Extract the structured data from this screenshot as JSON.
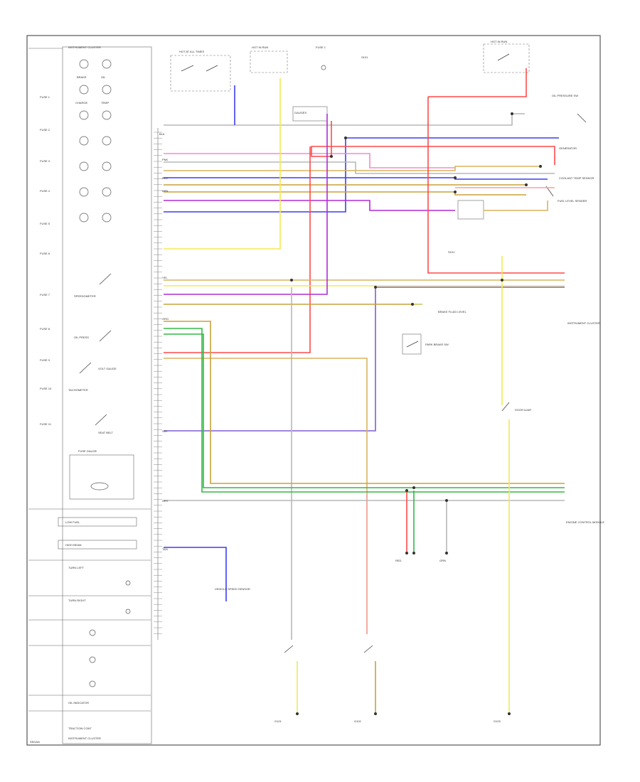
{
  "diagram": {
    "colors": {
      "red": "#ff4a4a",
      "blue": "#3d3df5",
      "purple": "#b02bd6",
      "violet": "#7d5fd0",
      "yellow": "#f2ea55",
      "tan": "#d8b45e",
      "gold": "#caa23a",
      "green": "#33b847",
      "gray": "#b8b8b8",
      "pink": "#f08bd0",
      "lightred": "#f7a0a0",
      "olive": "#c8c860",
      "black": "#333333"
    },
    "labels": {
      "cluster_header": "INSTRUMENT CLUSTER",
      "cluster_bottom_note": "INSTRUMENT CLUSTER",
      "fuse_top": "FUSE 1",
      "fuse_gauges": "GAUGES",
      "ind_brake": "BRAKE",
      "ind_oil": "OIL",
      "ind_charge": "CHARGE",
      "ind_temp": "TEMP",
      "left_fuse_1": "FUSE 1",
      "left_fuse_2": "FUSE 2",
      "left_fuse_3": "FUSE 3",
      "left_fuse_4": "FUSE 4",
      "left_fuse_5": "FUSE 5",
      "left_fuse_6": "FUSE 6",
      "left_fuse_7": "FUSE 7",
      "left_fuse_8": "FUSE 8",
      "left_fuse_9": "FUSE 9",
      "left_fuse_10": "FUSE 10",
      "left_fuse_11": "FUSE 11",
      "speedometer": "SPEEDOMETER",
      "tachometer": "TACHOMETER",
      "oil_press": "OIL PRESS",
      "fuel_gauge": "FUSE GAUGE",
      "volt_gauge": "VOLT GAUGE",
      "seat_belt": "SEAT BELT",
      "low_fuel": "LOW FUEL",
      "high_beam": "HIGH BEAM",
      "turn_left": "TURN LEFT",
      "turn_right": "TURN RIGHT",
      "oil_indicator": "OIL INDICATOR",
      "traction": "TRACTION CONT",
      "top_switch_1": "HOT AT ALL TIMES",
      "top_switch_2": "HOT IN RUN",
      "top_right_1": "HOT IN RUN",
      "oil_pressure_sw": "OIL PRESSURE SW",
      "generator": "GENERATOR",
      "coolant_temp": "COOLANT TEMP SENSOR",
      "fuel_level": "FUEL LEVEL SENDER",
      "brake_fluid": "BRAKE FLUID LEVEL",
      "park_brake": "PARK BRAKE SW",
      "door_ajar": "DOOR AJAR",
      "speed_sensor": "VEHICLE SPEED SENSOR",
      "ground_1": "G101",
      "ground_2": "G102",
      "ground_3": "G103",
      "mid_right": "INSTRUMENT CLUSTER",
      "ecm": "ENGINE CONTROL MODULE",
      "splice": "S101",
      "wire_red": "RED",
      "wire_blu": "BLU",
      "wire_yel": "YEL",
      "wire_brn": "BRN",
      "wire_grn": "GRN",
      "wire_pnk": "PNK",
      "wire_gry": "GRY",
      "wire_blk": "BLK",
      "wire_org": "ORG",
      "wire_vio": "VIO",
      "wire_tan": "TAN",
      "footer": "SEDAN"
    }
  }
}
